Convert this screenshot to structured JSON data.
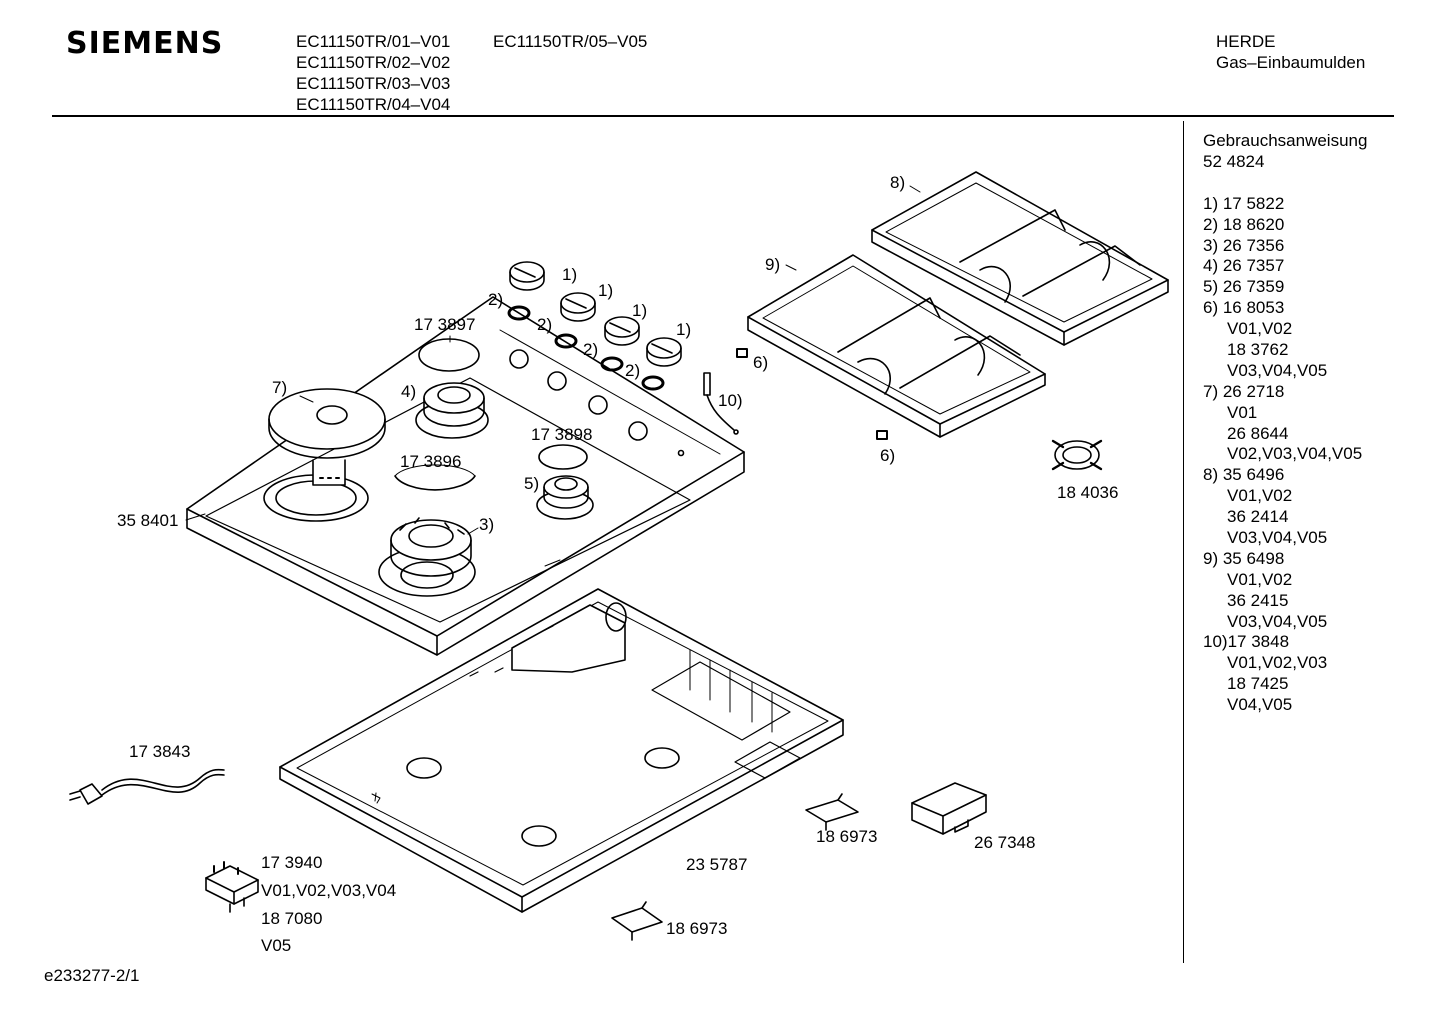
{
  "header": {
    "brand": "SIEMENS",
    "models_col1": [
      "EC11150TR/01–V01",
      "EC11150TR/02–V02",
      "EC11150TR/03–V03",
      "EC11150TR/04–V04"
    ],
    "models_col2": [
      "EC11150TR/05–V05"
    ],
    "category": "HERDE",
    "subcategory": "Gas–Einbaumulden"
  },
  "legend": {
    "title": "Gebrauchsanweisung",
    "title_number": "52 4824",
    "lines": [
      "1) 17 5822",
      "2) 18 8620",
      "3) 26 7356",
      "4) 26 7357",
      "5) 26 7359",
      "6) 16 8053",
      "V01,V02",
      "18 3762",
      "V03,V04,V05",
      "7) 26 2718",
      "V01",
      "26 8644",
      "V02,V03,V04,V05",
      "8) 35 6496",
      "V01,V02",
      "36 2414",
      "V03,V04,V05",
      "9) 35 6498",
      "V01,V02",
      "36 2415",
      "V03,V04,V05",
      "10)17 3848",
      "V01,V02,V03",
      "18 7425",
      "V04,V05"
    ]
  },
  "callouts": {
    "c1a": "1)",
    "c1b": "1)",
    "c1c": "1)",
    "c1d": "1)",
    "c2a": "2)",
    "c2b": "2)",
    "c2c": "2)",
    "c2d": "2)",
    "c3": "3)",
    "c4": "4)",
    "c5": "5)",
    "c6a": "6)",
    "c6b": "6)",
    "c7": "7)",
    "c8": "8)",
    "c9": "9)",
    "c10": "10)",
    "p173897": "17 3897",
    "p173896": "17 3896",
    "p173898": "17 3898",
    "p358401": "35 8401",
    "p184036": "18 4036",
    "p173843": "17 3843",
    "p173940": "17 3940",
    "v_173940": "V01,V02,V03,V04",
    "p187080": "18 7080",
    "v_187080": "V05",
    "p235787": "23 5787",
    "p186973a": "18 6973",
    "p186973b": "18 6973",
    "p267348": "26 7348"
  },
  "footer": {
    "code": "e233277-2/1"
  }
}
